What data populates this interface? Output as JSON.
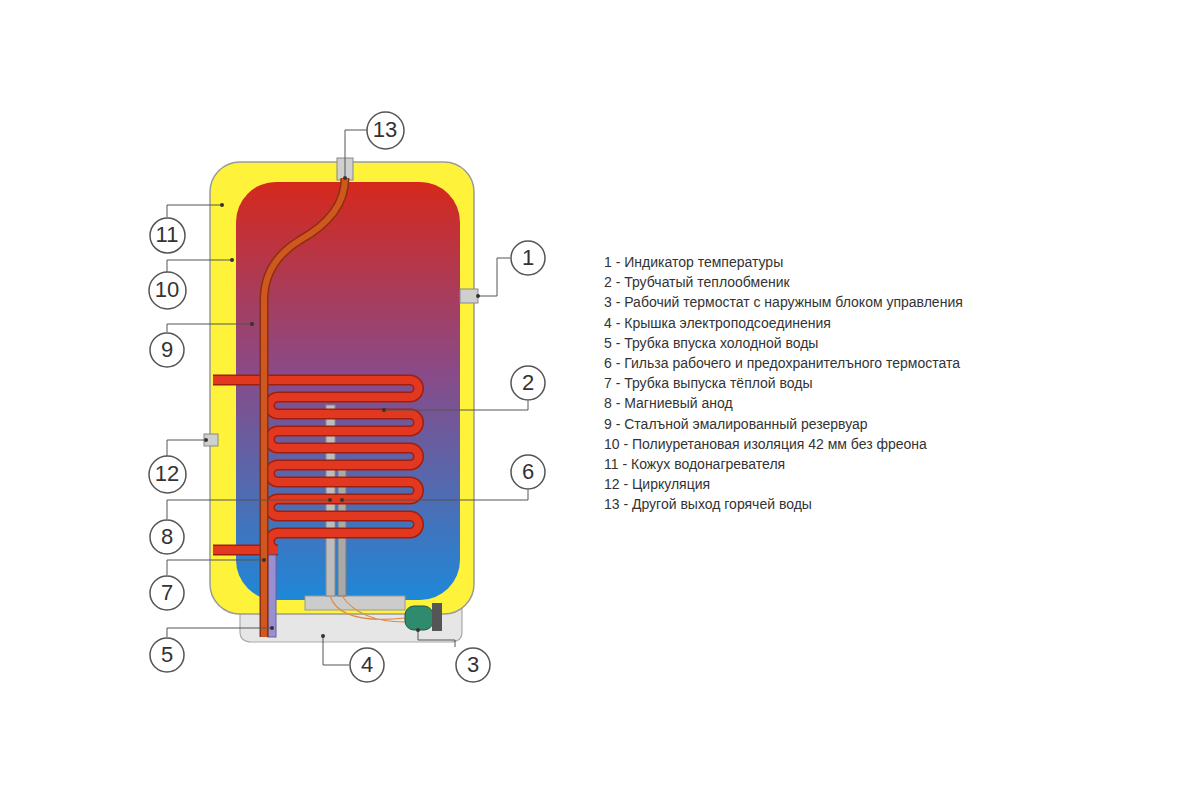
{
  "diagram": {
    "nodes": [
      {
        "text": [
          "13"
        ]
      },
      {
        "text": [
          "11"
        ]
      },
      {
        "text": [
          "1"
        ]
      },
      {
        "text": [
          "10"
        ]
      },
      {
        "text": [
          "9"
        ]
      },
      {
        "text": [
          "2"
        ]
      },
      {
        "text": [
          "12"
        ]
      },
      {
        "text": [
          "6"
        ]
      },
      {
        "text": [
          "8"
        ]
      },
      {
        "text": [
          "7"
        ]
      },
      {
        "text": [
          "5"
        ]
      },
      {
        "text": [
          "4"
        ]
      },
      {
        "text": [
          "3"
        ]
      }
    ],
    "labels": [
      "1 - Индикатор температуры",
      "2 - Трубчатый теплообменик",
      "3 - Рабочий термостат с наружным блоком управления",
      "4 - Крышка электроподсоединения",
      "5 - Трубка впуска холодной воды",
      "6 - Гильза рабочего и предохранителъного термостата",
      "7 - Трубка выпуска тёплой воды",
      "8 - Магниевый анод",
      "9 - Сталъной эмалированный резервуар",
      "10 - Полиуретановая изоляция 42 мм без фреона",
      "11 - Кожух водонагревателя",
      "12 - Циркуляция",
      "13 - Другой выход горячей воды"
    ]
  }
}
